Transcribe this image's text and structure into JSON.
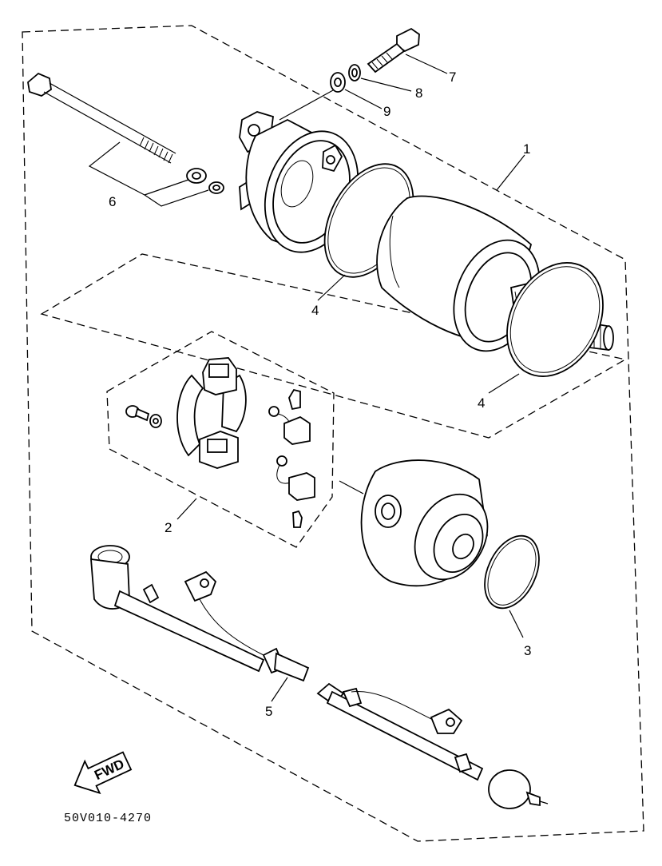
{
  "callouts": {
    "c1": "1",
    "c2": "2",
    "c3": "3",
    "c4a": "4",
    "c4b": "4",
    "c5": "5",
    "c6": "6",
    "c7": "7",
    "c8": "8",
    "c9": "9"
  },
  "fwd_label": "FWD",
  "drawing_code": "50V010-4270"
}
